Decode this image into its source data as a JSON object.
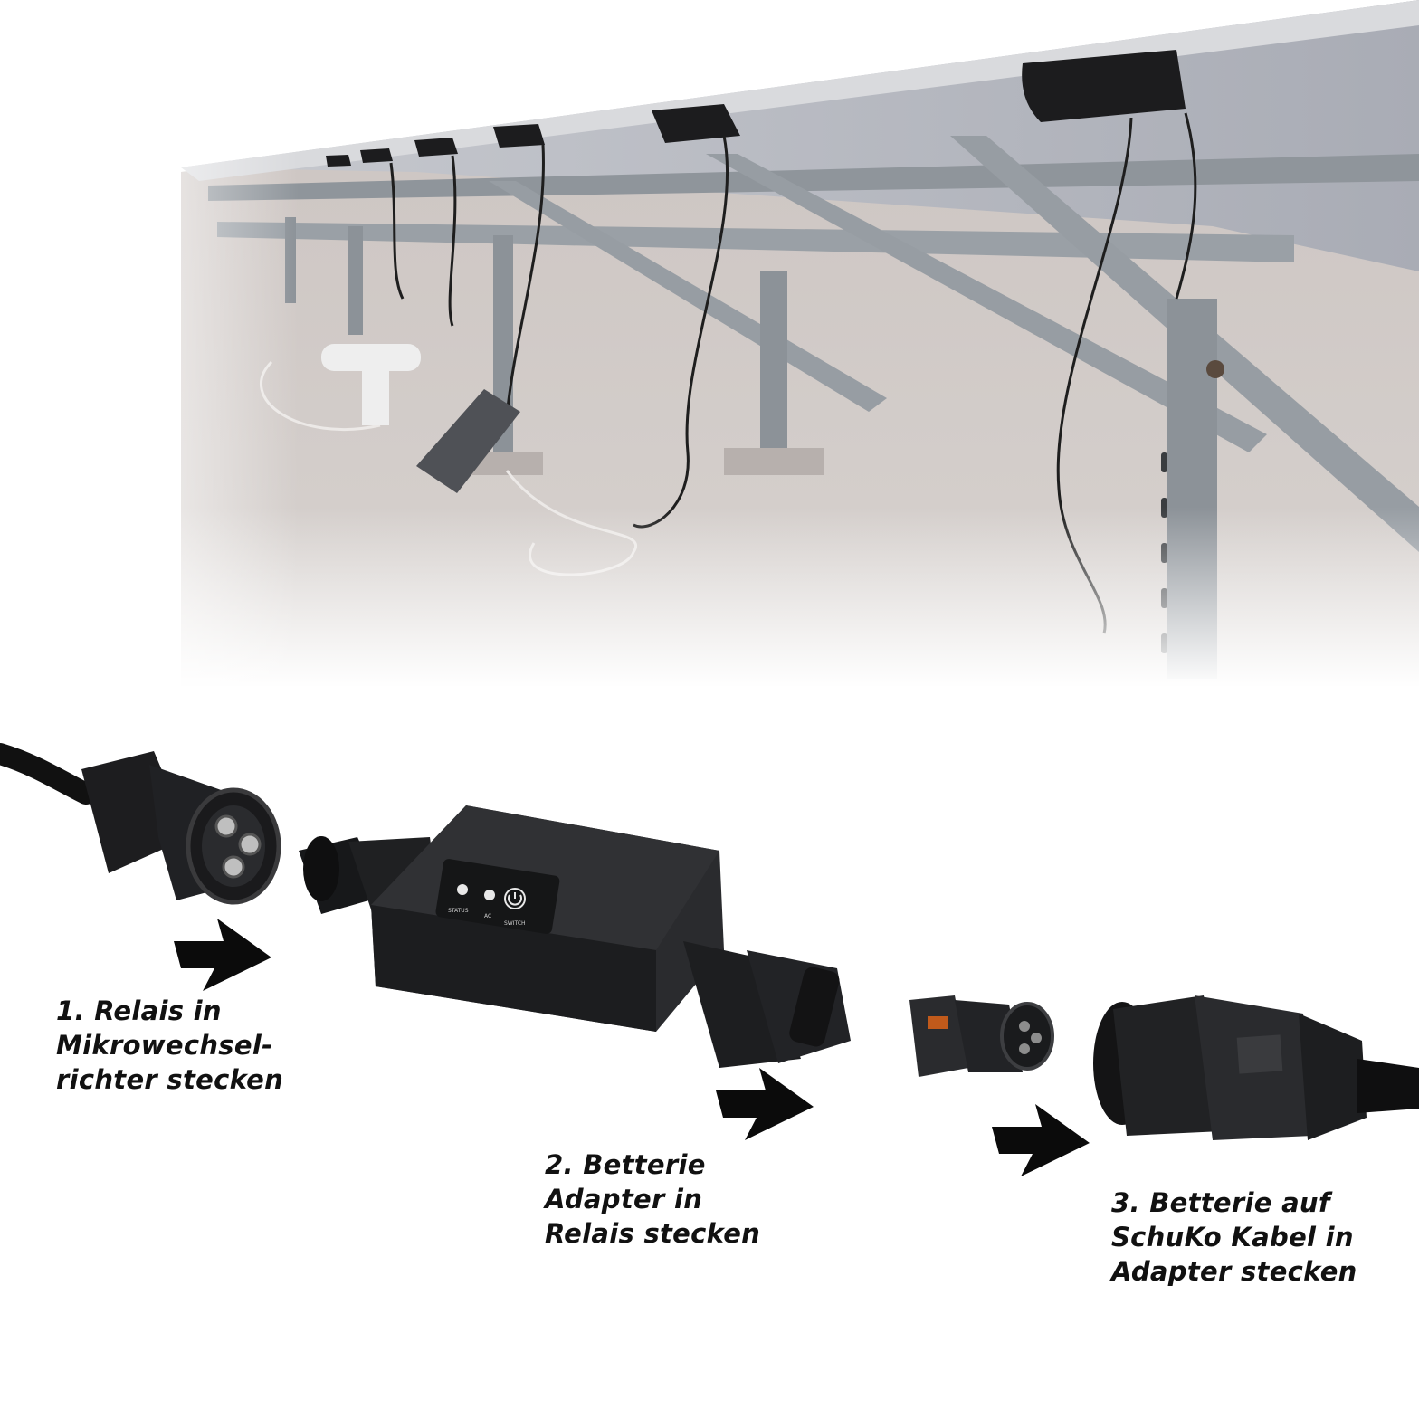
{
  "photo": {
    "subject": "solar panels on flat-roof mounting frames with micro-inverters",
    "colors": {
      "sky_fade": "#ffffff",
      "frame_steel": "#9ea3a8",
      "panel_glass": "#b9bcc4",
      "roof": "#cbc4c1"
    }
  },
  "relay_box": {
    "leds": [
      {
        "label": "STATUS"
      },
      {
        "label": "AC"
      },
      {
        "label": "SWITCH",
        "icon": "power-icon"
      }
    ]
  },
  "steps": [
    {
      "label": "1. Relais in\nMikrowechsel-\nrichter stecken"
    },
    {
      "label": "2. Betterie\nAdapter in\nRelais stecken"
    },
    {
      "label": "3. Betterie auf\nSchuKo Kabel in\nAdapter stecken"
    }
  ],
  "colors": {
    "arrow": "#0b0b0b",
    "text": "#111111",
    "device": "#222326"
  }
}
